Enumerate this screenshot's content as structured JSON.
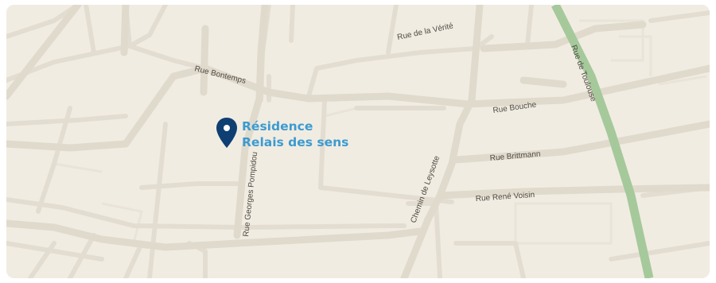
{
  "map": {
    "streets": [
      {
        "id": "bontemps",
        "name": "Rue Bontemps"
      },
      {
        "id": "verite",
        "name": "Rue de la Vérité"
      },
      {
        "id": "pompidou",
        "name": "Rue Georges Pompidou"
      },
      {
        "id": "leysotte",
        "name": "Chemin de Leysotte"
      },
      {
        "id": "bouche",
        "name": "Rue Bouche"
      },
      {
        "id": "brittmann",
        "name": "Rue Brittmann"
      },
      {
        "id": "voisin",
        "name": "Rue René Voisin"
      },
      {
        "id": "toulouse",
        "name": "Rue de Toulouse"
      }
    ],
    "place": {
      "name_line1": "Résidence",
      "name_line2": "Relais des sens",
      "pin_icon": "map-pin-icon"
    },
    "colors": {
      "background": "#f1ece2",
      "road": "#e3ddd1",
      "main_road": "#a5c99b",
      "pin": "#0e3f73",
      "place_label": "#3c9bd0"
    }
  }
}
